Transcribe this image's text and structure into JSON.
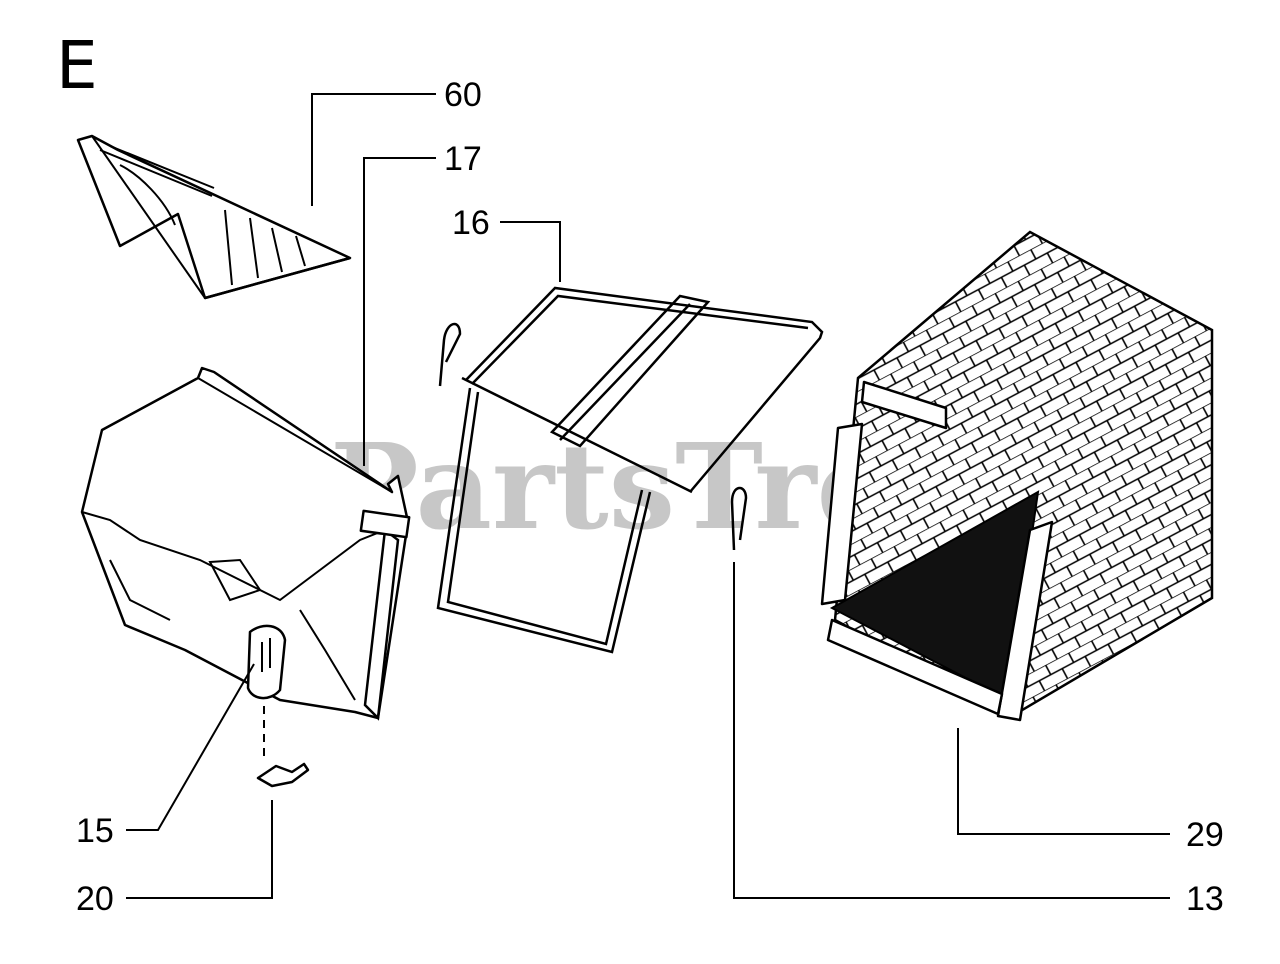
{
  "diagram": {
    "section_letter": "E",
    "watermark": "PartsTree",
    "parts": [
      {
        "id": "60",
        "label": "60"
      },
      {
        "id": "17",
        "label": "17"
      },
      {
        "id": "16",
        "label": "16"
      },
      {
        "id": "15",
        "label": "15"
      },
      {
        "id": "20",
        "label": "20"
      },
      {
        "id": "29",
        "label": "29"
      },
      {
        "id": "13",
        "label": "13"
      }
    ]
  }
}
